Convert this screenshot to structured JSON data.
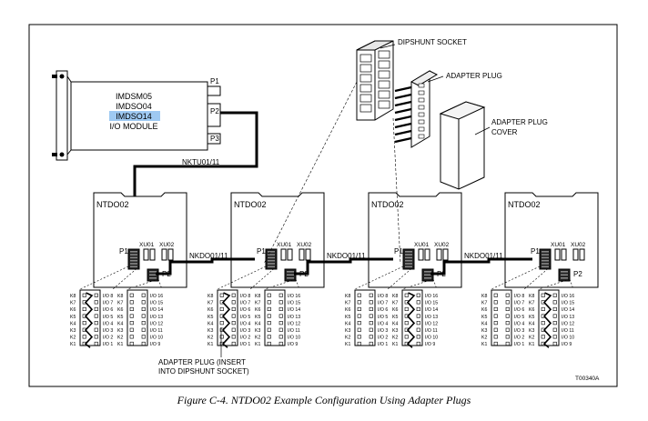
{
  "module": {
    "lines": [
      "IMDSM05",
      "IMDSO04",
      "IMDSO14",
      "I/O MODULE"
    ],
    "highlight_index": 2,
    "ports": [
      "P1",
      "P2",
      "P3"
    ]
  },
  "cables": {
    "nktu": "NKTU01/11",
    "nkdo": "NKDO01/11"
  },
  "board": {
    "name": "NTDO02",
    "p1": "P1",
    "p2": "P2",
    "xu01": "XU01",
    "xu02": "XU02",
    "left_pins": [
      "K8",
      "K7",
      "K6",
      "K5",
      "K4",
      "K3",
      "K2",
      "K1"
    ],
    "left_io": [
      "I/O 8",
      "I/O 7",
      "I/O 6",
      "I/O 5",
      "I/O 4",
      "I/O 3",
      "I/O 2",
      "I/O 1"
    ],
    "right_pins": [
      "K8",
      "K7",
      "K6",
      "K5",
      "K4",
      "K3",
      "K2",
      "K1"
    ],
    "right_io": [
      "I/O 16",
      "I/O 15",
      "I/O 14",
      "I/O 13",
      "I/O 12",
      "I/O 11",
      "I/O 10",
      "I/O 9"
    ]
  },
  "callouts": {
    "dipshunt_socket": "DIPSHUNT SOCKET",
    "adapter_plug": "ADAPTER PLUG",
    "adapter_plug_cover": [
      "ADAPTER PLUG",
      "COVER"
    ],
    "adapter_plug_insert": [
      "ADAPTER PLUG (INSERT",
      "INTO DIPSHUNT SOCKET)"
    ]
  },
  "figure_id": "T00340A",
  "caption": "Figure C-4.  NTDO02 Example Configuration Using Adapter Plugs",
  "colors": {
    "highlight": "#9ec9f2",
    "line": "#000000"
  }
}
